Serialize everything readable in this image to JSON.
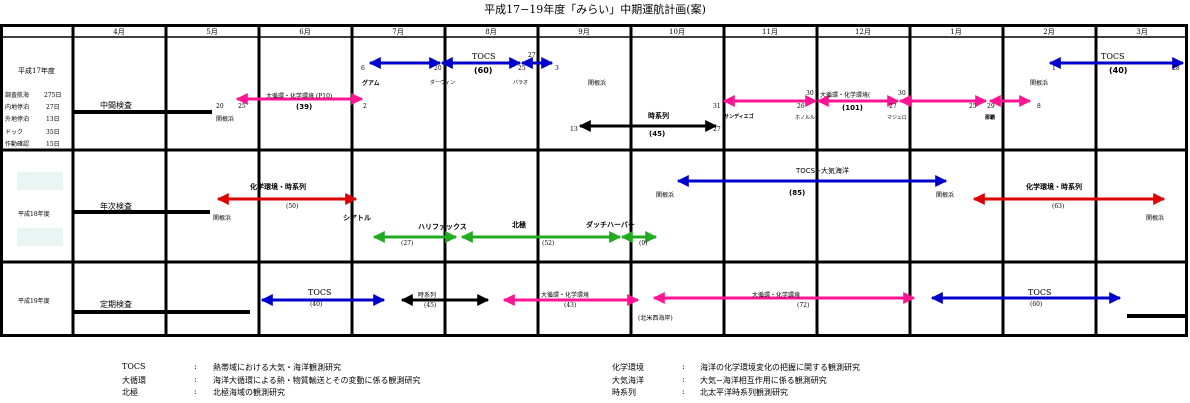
{
  "title": "平成17−19年度「みらい」中期運航計画(案)",
  "months": [
    "4月",
    "5月",
    "6月",
    "7月",
    "8月",
    "9月",
    "10月",
    "11月",
    "12月",
    "1月",
    "2月",
    "3月"
  ],
  "row1": {
    "year": "平成17年度",
    "stats": [
      {
        "k": "調査航海",
        "v": "275日"
      },
      {
        "k": "内地停泊",
        "v": "27日"
      },
      {
        "k": "外地停泊",
        "v": "13日"
      },
      {
        "k": "ドック",
        "v": "35日"
      },
      {
        "k": "作動確認",
        "v": "15日"
      }
    ],
    "inspection": "中間検査",
    "t": {
      "d20": "20",
      "d25": "25",
      "d2": "2",
      "d6": "6",
      "d20b": "20",
      "d25b": "25",
      "d27": "27",
      "d3": "3",
      "d31": "31",
      "d26": "26",
      "d30": "30",
      "d27b": "27",
      "d30b": "30",
      "d25c": "25",
      "d29": "29",
      "d8": "8",
      "d13": "13",
      "d27c": "27",
      "d1": "1",
      "d28": "28",
      "sekine1": "関根浜",
      "sekine2": "関根浜",
      "sekine3": "関根浜",
      "guam": "グアム",
      "darwin": "ダーウィン",
      "palau": "パラオ",
      "sandiego": "サンディエゴ",
      "honolulu": "ホノルル",
      "majuro": "マジュロ",
      "naha": "那覇",
      "daijun1": "大循環・化学環境 (P10)",
      "n39": "(39)",
      "tocs1": "TOCS",
      "n60": "(60)",
      "jikeiretsu": "時系列",
      "n45": "(45)",
      "daijun2": "大循環・化学環境(",
      "n101": "(101)",
      "tocs2": "TOCS",
      "n40": "(40)"
    }
  },
  "row2": {
    "year": "平成18年度",
    "inspection": "年次検査",
    "t": {
      "chem1": "化学環境・時系列",
      "n50": "(50)",
      "sekine1": "関根浜",
      "seattle": "シアトル",
      "halifax": "ハリファックス",
      "n27": "(27)",
      "hokkyoku": "北極",
      "n52": "(52)",
      "dutch": "ダッチハーバー",
      "n9": "(9)",
      "tocs": "TOCS−大気海洋",
      "n85": "(85)",
      "sekine2": "関根浜",
      "sekine3": "関根浜",
      "chem2": "化学環境・時系列",
      "n63": "(63)",
      "sekine4": "関根浜"
    }
  },
  "row3": {
    "year": "平成19年度",
    "inspection": "定期検査",
    "t": {
      "tocs1": "TOCS",
      "n40": "(40)",
      "jikei": "時系列",
      "n45": "(45)",
      "dai1": "大循環・化学環境",
      "n43": "(43)",
      "dai2": "大循環・化学環境",
      "n72": "(72)",
      "kita": "(北米西海岸)",
      "tocs2": "TOCS",
      "n60": "(60)"
    }
  },
  "legend": [
    {
      "abbr": "TOCS",
      "colon": ":",
      "desc": "熱帯域における大気・海洋観測研究"
    },
    {
      "abbr": "大循環",
      "colon": ":",
      "desc": "海洋大循環による熱・物質輸送とその変動に係る観測研究"
    },
    {
      "abbr": "北極",
      "colon": ":",
      "desc": "北極海域の観測研究"
    },
    {
      "abbr": "化学環境",
      "colon": ":",
      "desc": "海洋の化学環境変化の把握に関する観測研究"
    },
    {
      "abbr": "大気海洋",
      "colon": ":",
      "desc": "大気−海洋相互作用に係る観測研究"
    },
    {
      "abbr": "時系列",
      "colon": ":",
      "desc": "北太平洋時系列観測研究"
    }
  ],
  "colors": {
    "blue": "#0000cc",
    "pink": "#ff1493",
    "red": "#dd0000",
    "green": "#22aa22",
    "black": "#000000"
  }
}
